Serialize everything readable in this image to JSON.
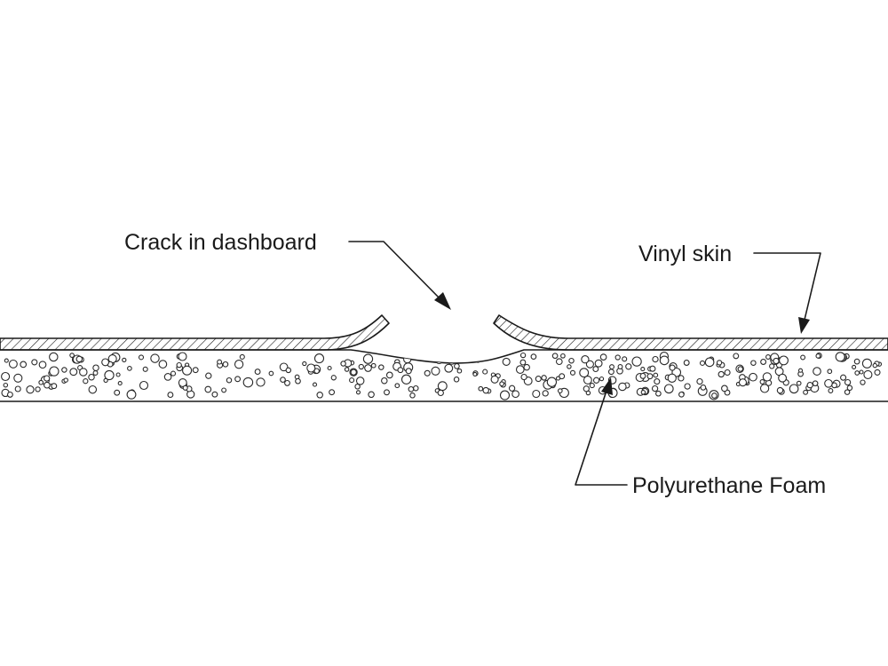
{
  "labels": {
    "crack": "Crack in dashboard",
    "vinyl": "Vinyl skin",
    "foam": "Polyurethane Foam"
  },
  "colors": {
    "ink": "#1a1a1a",
    "background": "#ffffff"
  }
}
